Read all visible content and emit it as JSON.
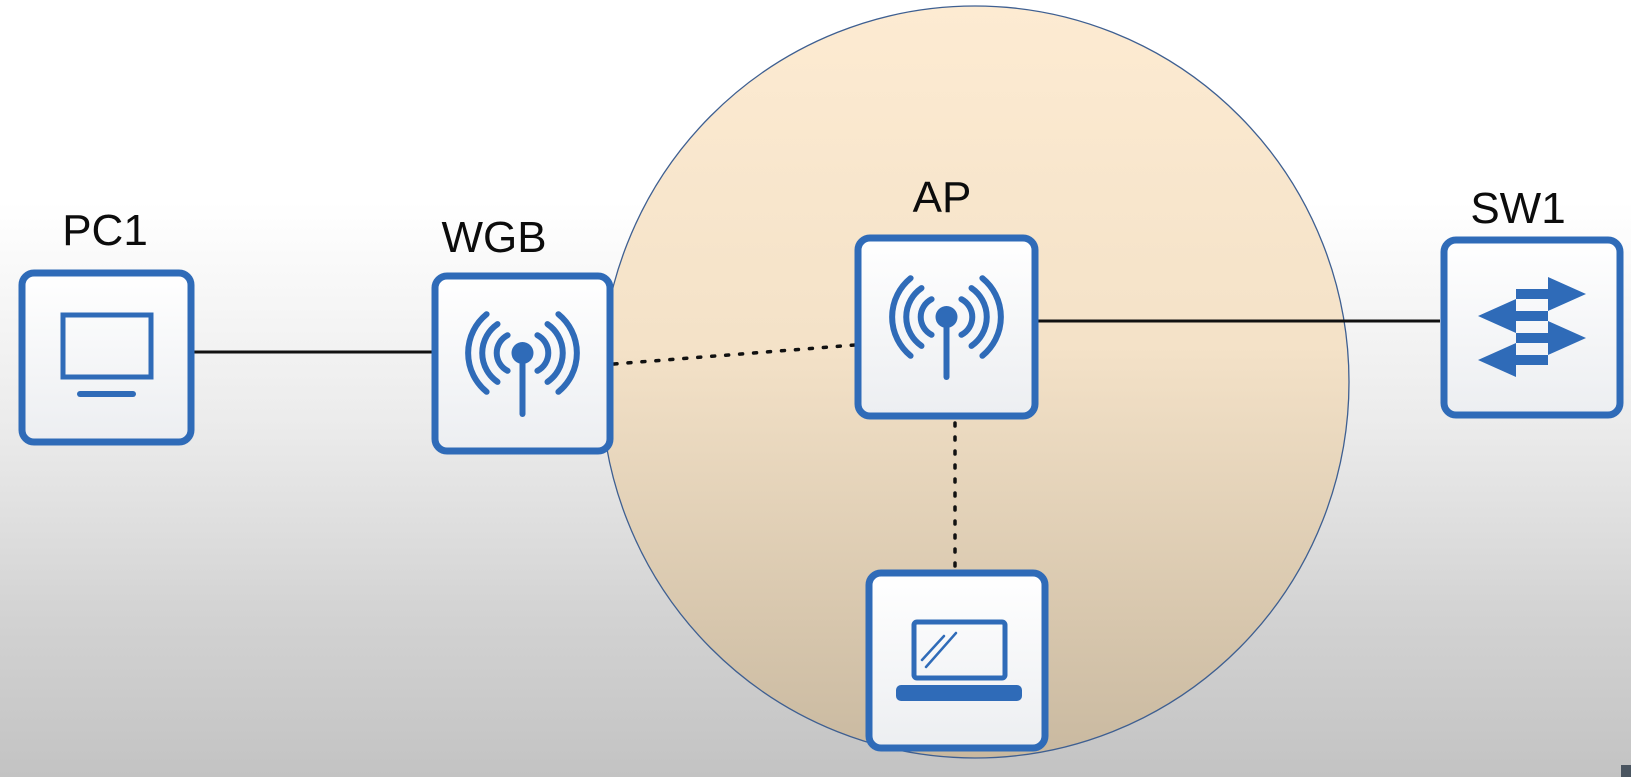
{
  "nodes": {
    "pc1": {
      "label": "PC1",
      "icon": "desktop-computer-icon"
    },
    "wgb": {
      "label": "WGB",
      "icon": "wireless-antenna-icon"
    },
    "ap": {
      "label": "AP",
      "icon": "wireless-antenna-icon"
    },
    "sw1": {
      "label": "SW1",
      "icon": "switch-arrows-icon"
    },
    "laptop": {
      "label": "",
      "icon": "laptop-icon"
    }
  },
  "links": [
    {
      "from": "pc1",
      "to": "wgb",
      "style": "solid"
    },
    {
      "from": "wgb",
      "to": "ap",
      "style": "dotted"
    },
    {
      "from": "ap",
      "to": "sw1",
      "style": "solid"
    },
    {
      "from": "ap",
      "to": "laptop",
      "style": "dotted"
    }
  ],
  "coverage_area": {
    "center": "ap"
  },
  "colors": {
    "device_blue": "#2f6bb8",
    "device_fill": "#f4f5f7",
    "coverage_top": "#fdebd2",
    "coverage_bottom": "#c9b9a0",
    "coverage_stroke": "#3e5f91",
    "link": "#111111"
  }
}
